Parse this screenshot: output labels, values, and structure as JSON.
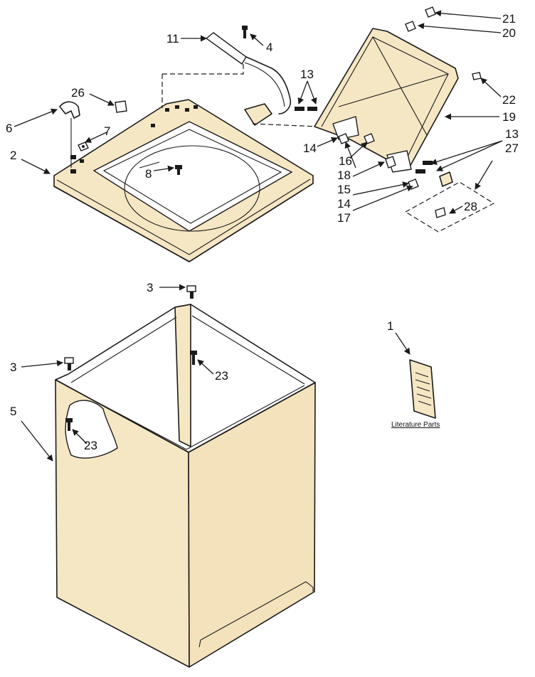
{
  "diagram": {
    "callouts": [
      "1",
      "2",
      "3",
      "3",
      "4",
      "5",
      "6",
      "7",
      "8",
      "11",
      "13",
      "13",
      "14",
      "14",
      "15",
      "16",
      "17",
      "18",
      "19",
      "20",
      "21",
      "22",
      "23",
      "23",
      "26",
      "27",
      "28"
    ],
    "literature_caption": "Literature Parts"
  },
  "colors": {
    "panel_fill": "#f6e7c4",
    "line": "#1a1a1a",
    "background": "#ffffff"
  }
}
